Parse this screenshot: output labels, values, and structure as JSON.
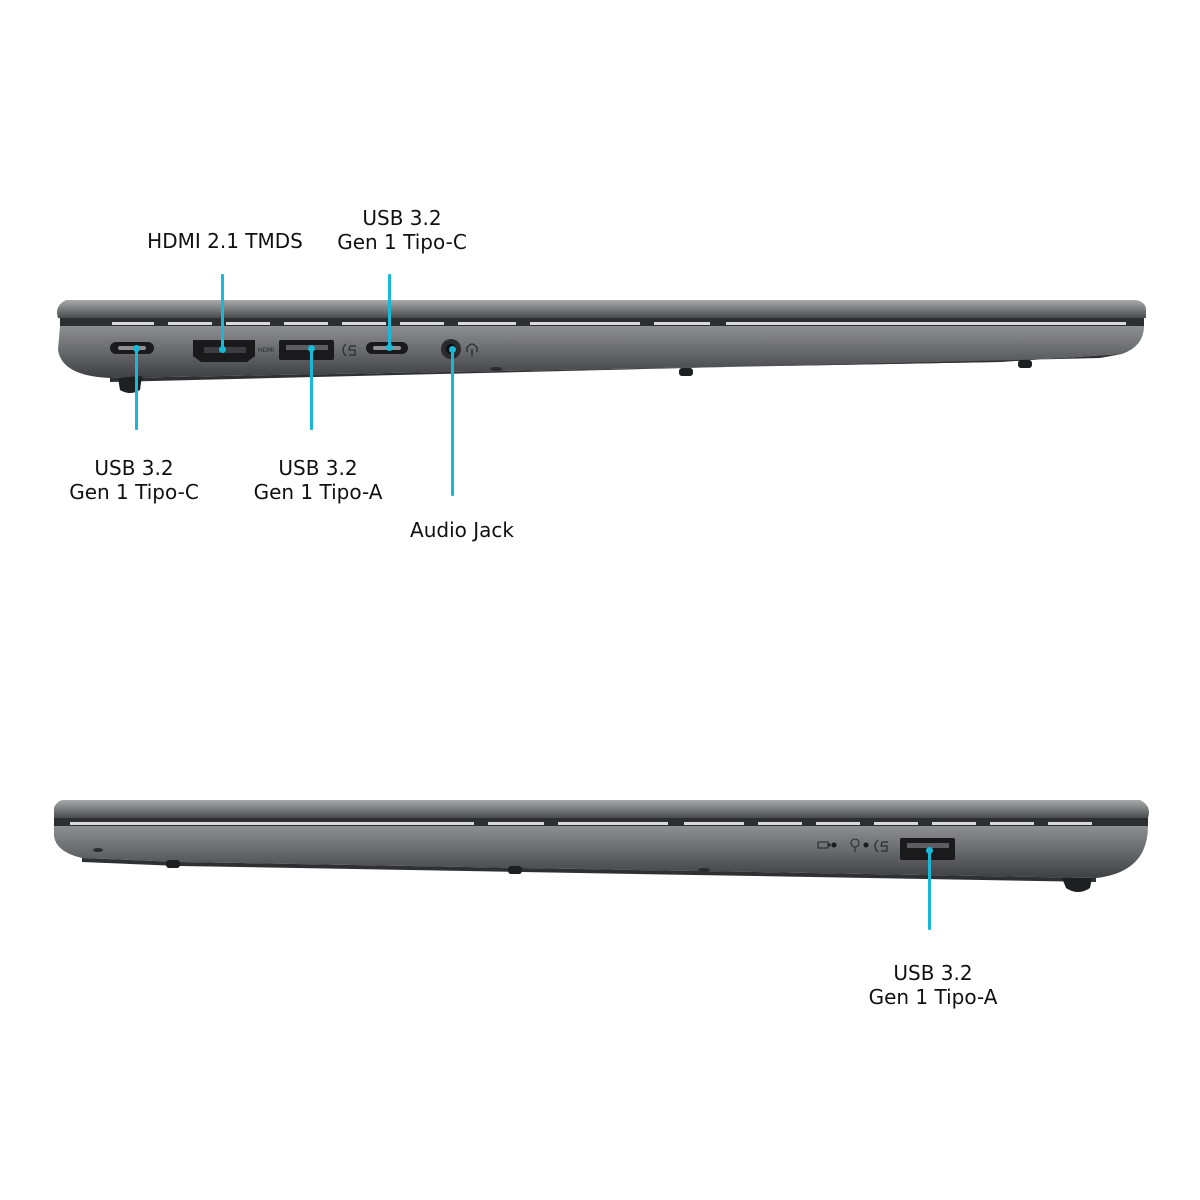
{
  "left_side": {
    "callouts": {
      "hdmi": {
        "line1": "HDMI 2.1 TMDS"
      },
      "usbc_top": {
        "line1": "USB 3.2",
        "line2": "Gen 1 Tipo-C"
      },
      "usbc_bottom": {
        "line1": "USB 3.2",
        "line2": "Gen 1 Tipo-C"
      },
      "usba": {
        "line1": "USB 3.2",
        "line2": "Gen 1 Tipo-A"
      },
      "audio": {
        "line1": "Audio Jack"
      }
    },
    "port_marks": {
      "hdmi_mark": "HDMI"
    }
  },
  "right_side": {
    "callouts": {
      "usba": {
        "line1": "USB 3.2",
        "line2": "Gen 1 Tipo-A"
      }
    }
  },
  "colors": {
    "accent": "#19b8d6",
    "chassis": "#6e6f72",
    "chassis_dark": "#3c3d40",
    "port": "#1a1a1c"
  }
}
